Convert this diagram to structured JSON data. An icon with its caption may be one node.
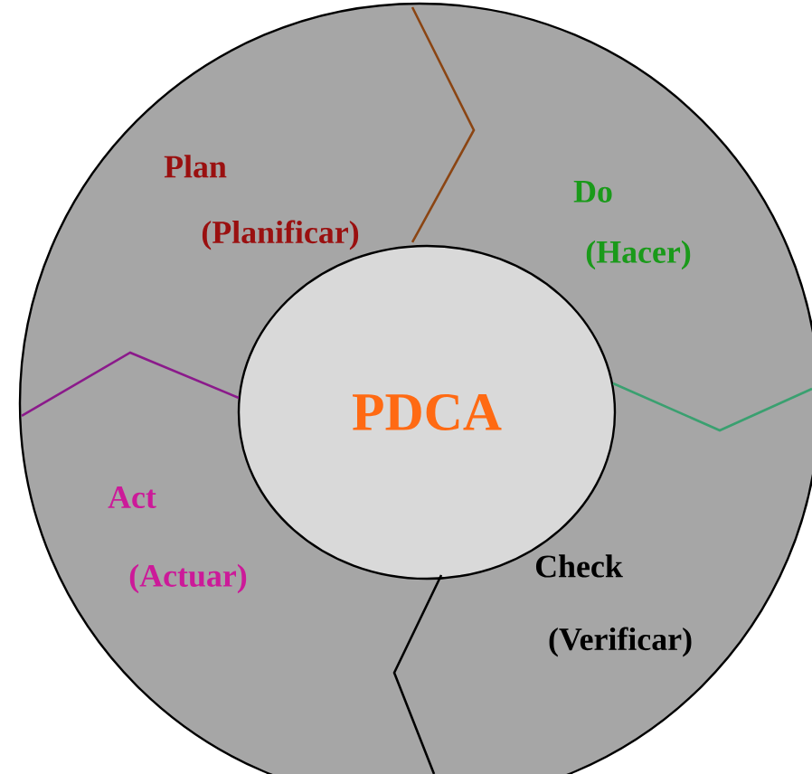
{
  "diagram": {
    "nodes": [
      {
        "text": [],
        "shape": "circle"
      },
      {
        "text": [
          "PDCA"
        ],
        "in": 0
      }
    ],
    "labels": [
      "Plan",
      "(Planificar)",
      "Do",
      "(Hacer)",
      "Act",
      "(Actuar)",
      "Check",
      "(Verificar)"
    ]
  }
}
